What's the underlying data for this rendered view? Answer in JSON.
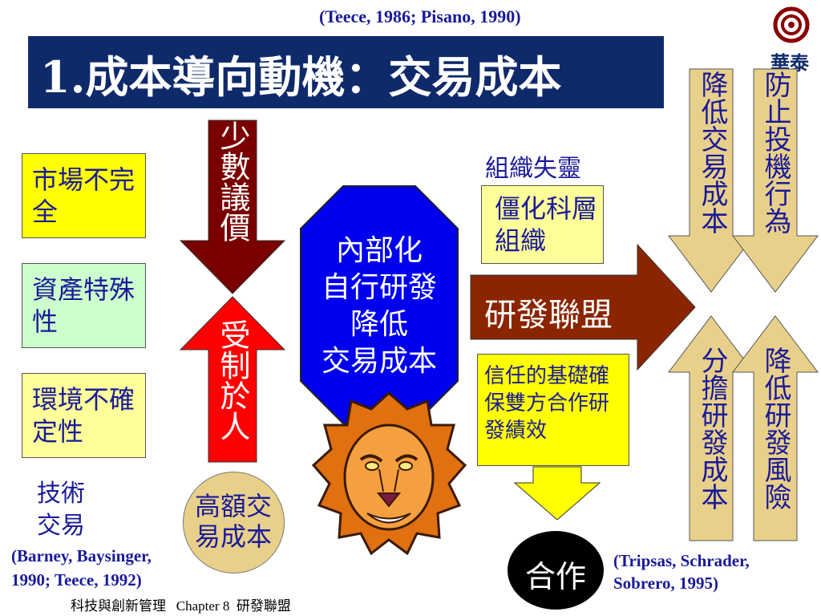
{
  "header": {
    "citation_top": "(Teece, 1986; Pisano, 1990)",
    "title": "1.成本導向動機：交易成本",
    "logo_text": "華泰"
  },
  "left_factors": {
    "market": "市場不完全",
    "asset": "資產特殊性",
    "environment": "環境不確定性",
    "tech_trade": "技術交易",
    "citation": "(Barney, Baysinger, 1990; Teece, 1992)"
  },
  "center": {
    "down_arrow_text": "少數議價",
    "up_arrow_text": "受制於人",
    "high_cost_text": "高額交易成本",
    "octagon_lines": [
      "內部化",
      "自行研發",
      "降低",
      "交易成本"
    ]
  },
  "right": {
    "org_failure": "組織失靈",
    "rigid_org": "僵化科層組織",
    "alliance": "研發聯盟",
    "trust": "信任的基礎確保雙方合作研發績效",
    "cooperate": "合作",
    "citation": "(Tripsas, Schrader, Sobrero, 1995)"
  },
  "far_right_arrows": {
    "reduce_cost": "降低交易成本",
    "prevent_opportunism": "防止投機行為",
    "share_cost": "分擔研發成本",
    "reduce_risk": "降低研發風險"
  },
  "footer": {
    "text": "科技與創新管理   Chapter 8  研發聯盟"
  },
  "colors": {
    "title_bg": "#0f2a6b",
    "yellow": "#ffff00",
    "green": "#ccffcc",
    "light_yellow": "#ffff99",
    "tan": "#e8d08a",
    "dark_red": "#7a0000",
    "red": "#ff0000",
    "blue": "#0000ee",
    "brown": "#8b2500"
  }
}
